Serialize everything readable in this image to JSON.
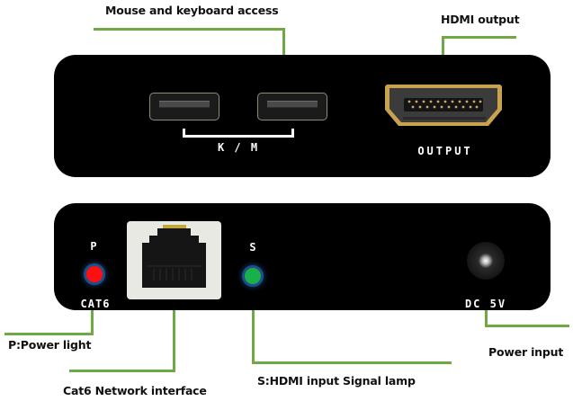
{
  "diagram": {
    "leader_color": "#6fa944",
    "callouts": {
      "mouse_keyboard": "Mouse and keyboard access",
      "hdmi_output": "HDMI output",
      "power_light": "P:Power light",
      "network": "Cat6 Network interface",
      "signal_lamp": "S:HDMI input Signal lamp",
      "power_input": "Power input"
    },
    "front_panel": {
      "usb_group_label": "K / M",
      "hdmi_label": "OUTPUT"
    },
    "rear_panel": {
      "power_led_label": "P",
      "power_led_color": "#ff0f0f",
      "network_label": "CAT6",
      "signal_led_label": "S",
      "signal_led_color": "#17b04a",
      "dc_label": "DC 5V"
    }
  }
}
